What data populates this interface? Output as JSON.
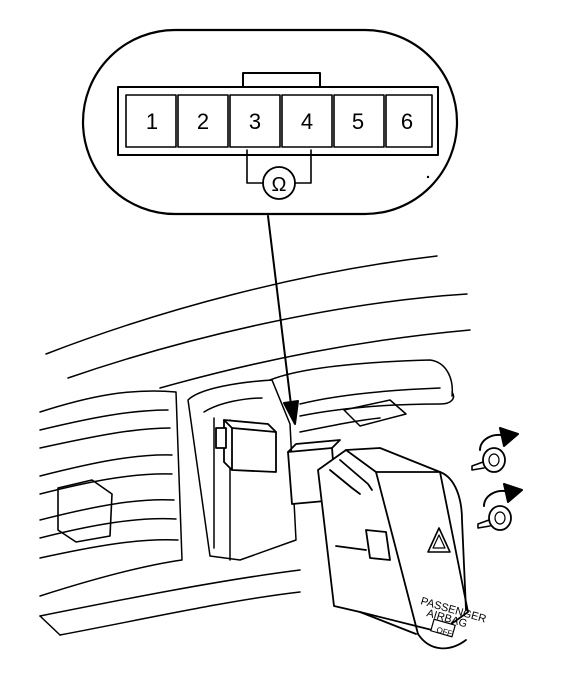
{
  "connector": {
    "pins": [
      "1",
      "2",
      "3",
      "4",
      "5",
      "6"
    ],
    "meter_symbol": "Ω",
    "measured_pins": [
      "3",
      "4"
    ]
  },
  "switch": {
    "label_line1": "PASSENGER",
    "label_line2": "AIRBAG",
    "label_line3": "OFF"
  },
  "icons": {
    "hazard": "hazard-triangle-icon",
    "screw_upper": "screw-icon",
    "screw_lower": "screw-icon",
    "rotation_upper": "curved-arrow-icon",
    "rotation_lower": "curved-arrow-icon"
  },
  "colors": {
    "ink": "#000000",
    "paper": "#ffffff"
  }
}
